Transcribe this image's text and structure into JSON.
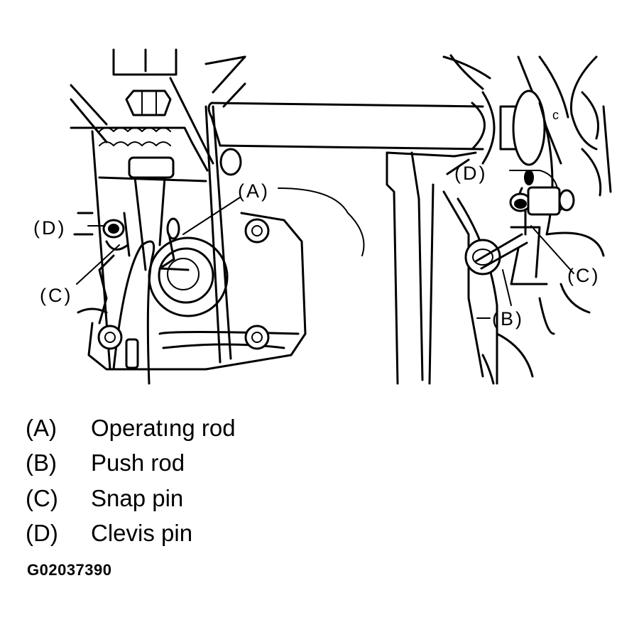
{
  "callouts": {
    "a": "(A)",
    "b": "(B)",
    "c_left": "(C)",
    "c_right": "(C)",
    "d_left": "(D)",
    "d_right": "(D)"
  },
  "legend": [
    {
      "key": "(A)",
      "text": "Operatıng rod"
    },
    {
      "key": "(B)",
      "text": "Push rod"
    },
    {
      "key": "(C)",
      "text": "Snap pin"
    },
    {
      "key": "(D)",
      "text": "Clevis pin"
    }
  ],
  "figure_id": "G02037390"
}
